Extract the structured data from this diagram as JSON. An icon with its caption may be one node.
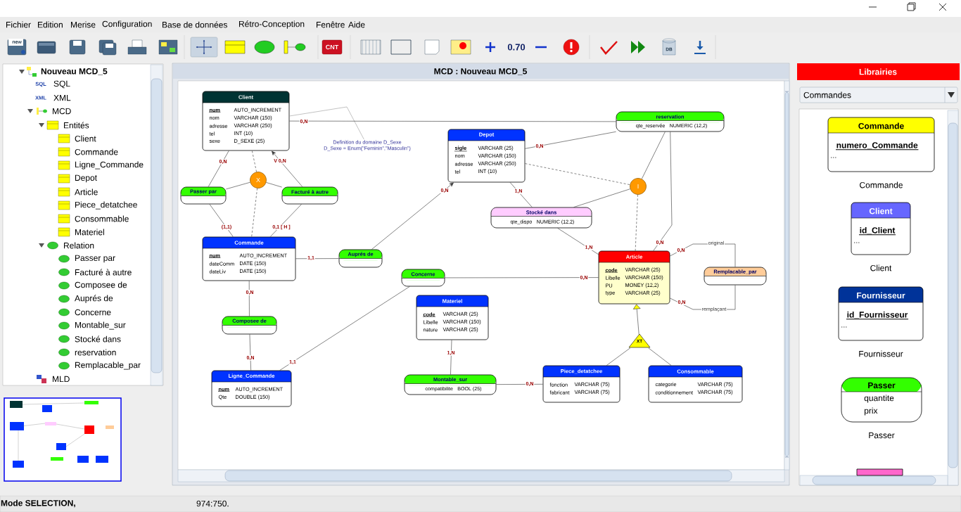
{
  "diagram": {
    "nodes": [
      {
        "text": [
          "Client",
          "num",
          "AUTO_INCREMENT",
          "nom",
          "VARCHAR (150)",
          "adresse",
          "VARCHAR (250)",
          "tel",
          "INT (10)",
          "sexe",
          "D_SEXE (25)"
        ]
      },
      {
        "text": [
          "Definition du domaine D_Sexe",
          "D_Sexe = Enum(\"Feminin\",\"Masculin\")"
        ]
      },
      {
        "text": [
          "reservation",
          "qte_reservée",
          "NUMERIC (12,2)"
        ]
      },
      {
        "text": [
          "Depot",
          "sigle",
          "VARCHAR (25)",
          "nom",
          "VARCHAR (150)",
          "adresse",
          "VARCHAR (250)",
          "tel",
          "INT (10)"
        ]
      },
      {
        "text": [
          "Passer par"
        ]
      },
      {
        "text": [
          "X"
        ]
      },
      {
        "text": [
          "Facturé à autre"
        ]
      },
      {
        "text": [
          "I"
        ]
      },
      {
        "text": [
          "Stocké dans",
          "qte_dispo",
          "NUMERIC (12,2)"
        ]
      },
      {
        "text": [
          "Commande",
          "num",
          "AUTO_INCREMENT",
          "dateComm",
          "DATE (150)",
          "dateLiv",
          "DATE (150)"
        ]
      },
      {
        "text": [
          "Auprés de"
        ]
      },
      {
        "text": [
          "Concerne"
        ]
      },
      {
        "text": [
          "Article",
          "code",
          "VARCHAR (25)",
          "Libelle",
          "VARCHAR (150)",
          "PU",
          "MONEY (12,2)",
          "type",
          "VARCHAR (25)"
        ]
      },
      {
        "text": [
          "Remplacable_par"
        ]
      },
      {
        "text": [
          "Materiel",
          "code",
          "VARCHAR (25)",
          "Libelle",
          "VARCHAR (150)",
          "nature",
          "VARCHAR (25)"
        ]
      },
      {
        "text": [
          "Composee de"
        ]
      },
      {
        "text": [
          "XT"
        ]
      },
      {
        "text": [
          "Ligne_Commande",
          "num",
          "AUTO_INCREMENT",
          "Qte",
          "DOUBLE (150)"
        ]
      },
      {
        "text": [
          "Montable_sur",
          "compatibilite",
          "BOOL (25)"
        ]
      },
      {
        "text": [
          "Piece_detatchee",
          "fonction",
          "VARCHAR (75)",
          "fabricant",
          "VARCHAR (75)"
        ]
      },
      {
        "text": [
          "Consommable",
          "categorie",
          "VARCHAR (75)",
          "conditionnement",
          "VARCHAR (75)"
        ]
      },
      {
        "text": [
          "Commande",
          "numero_Commande",
          "..."
        ],
        "beside": [
          "Commande"
        ]
      },
      {
        "text": [
          "Client",
          "id_Client",
          "..."
        ],
        "beside": [
          "Client"
        ]
      },
      {
        "text": [
          "Fournisseur",
          "id_Fournisseur",
          "..."
        ],
        "beside": [
          "Fournisseur"
        ]
      },
      {
        "text": [
          "Passer",
          "quantite",
          "prix"
        ],
        "beside": [
          "Passer"
        ]
      },
      {
        "text": [],
        "shape": "box"
      }
    ],
    "edges": [
      {
        "from": 0,
        "to": 1,
        "arrow": "none",
        "color": "#999999"
      },
      {
        "from": 0,
        "to": 2,
        "arrow": "none",
        "label": "0,N"
      },
      {
        "from": 0,
        "to": 4,
        "arrow": "none",
        "label": "0,N"
      },
      {
        "from": 6,
        "to": 0,
        "arrow": "to",
        "label": "V 0,N"
      },
      {
        "from": 4,
        "to": 5,
        "arrow": "none"
      },
      {
        "from": 6,
        "to": 5,
        "arrow": "none"
      },
      {
        "from": 5,
        "to": 0,
        "arrow": "none",
        "style": "dashed"
      },
      {
        "from": 5,
        "to": 9,
        "arrow": "none",
        "style": "dashed"
      },
      {
        "from": 4,
        "to": 9,
        "arrow": "none",
        "label": "(1,1)"
      },
      {
        "from": 6,
        "to": 9,
        "arrow": "none",
        "label": "0,1 [ H ]"
      },
      {
        "from": 9,
        "to": 10,
        "arrow": "none",
        "label": "1,1"
      },
      {
        "from": 10,
        "to": 3,
        "arrow": "to",
        "label": "0,N"
      },
      {
        "from": 3,
        "to": 2,
        "arrow": "none",
        "label": "0,N"
      },
      {
        "from": 2,
        "to": 7,
        "arrow": "none"
      },
      {
        "from": 2,
        "to": 12,
        "arrow": "none",
        "label": "0,N"
      },
      {
        "from": 3,
        "to": 7,
        "arrow": "none",
        "style": "dashed"
      },
      {
        "from": 3,
        "to": 8,
        "arrow": "none",
        "label": "1,N"
      },
      {
        "from": 8,
        "to": 7,
        "arrow": "none"
      },
      {
        "from": 8,
        "to": 12,
        "arrow": "none",
        "label": "1,N"
      },
      {
        "from": 7,
        "to": 12,
        "arrow": "none",
        "style": "dashed"
      },
      {
        "from": 11,
        "to": 12,
        "arrow": "none",
        "label": "0,N"
      },
      {
        "from": 11,
        "to": 17,
        "arrow": "none",
        "label": "1,1"
      },
      {
        "from": 9,
        "to": 15,
        "arrow": "none",
        "label": "0,N"
      },
      {
        "from": 15,
        "to": 17,
        "arrow": "none",
        "label": "0,N"
      },
      {
        "from": 14,
        "to": 18,
        "arrow": "none",
        "label": "1,N"
      },
      {
        "from": 18,
        "to": 19,
        "arrow": "none",
        "label": "0,N"
      },
      {
        "from": 12,
        "to": 13,
        "arrow": "none",
        "label": "0,N"
      },
      {
        "from": 12,
        "to": 13,
        "arrow": "none",
        "label": "0,N"
      },
      {
        "from": 16,
        "to": 12,
        "arrow": "to"
      },
      {
        "from": 19,
        "to": 16,
        "arrow": "none"
      },
      {
        "from": 20,
        "to": 16,
        "arrow": "none"
      }
    ],
    "labels": [
      "Fichier",
      "Edition",
      "Merise",
      "Configuration",
      "Base de données",
      "Rétro-Conception",
      "Fenêtre",
      "Aide",
      "new",
      "CNT",
      "0.70",
      "DB",
      "Nouveau MCD_5",
      "SQL",
      "SQL",
      "XML",
      "XML",
      "MCD",
      "Entités",
      "Client",
      "Commande",
      "Ligne_Commande",
      "Depot",
      "Article",
      "Piece_detatchee",
      "Consommable",
      "Materiel",
      "Relation",
      "Passer par",
      "Facturé à autre",
      "Composee de",
      "Auprés de",
      "Concerne",
      "Montable_sur",
      "Stocké dans",
      "reservation",
      "Remplacable_par",
      "MLD",
      "MCD : Nouveau MCD_5",
      "Librairies",
      "Commandes",
      "original",
      "remplaçant",
      "Mode SELECTION,",
      "974:750."
    ]
  }
}
